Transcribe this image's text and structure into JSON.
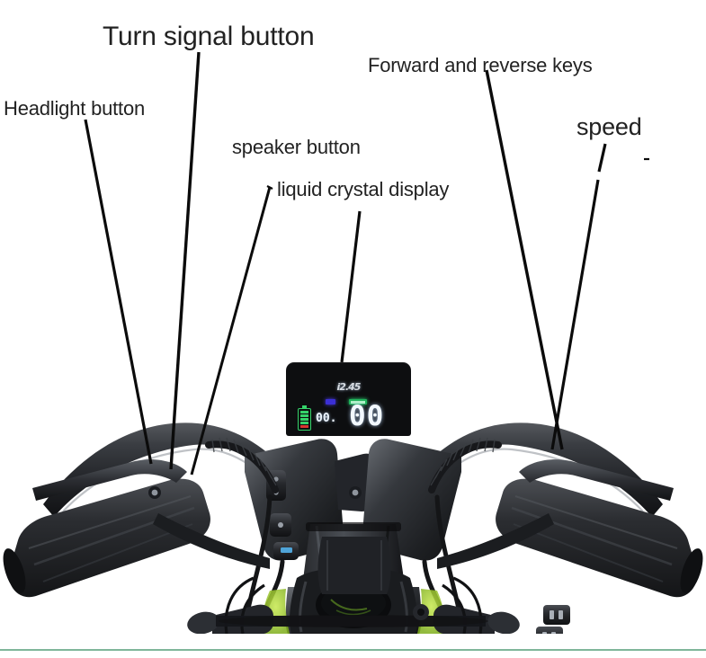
{
  "figure": {
    "kind": "annotated-product-photo",
    "subject": "electric scooter handlebar and control panel"
  },
  "annotations": [
    {
      "id": "turn-signal",
      "text": "Turn signal button"
    },
    {
      "id": "headlight",
      "text": "Headlight button"
    },
    {
      "id": "forward",
      "text": "Forward and reverse keys"
    },
    {
      "id": "speaker",
      "text": "speaker button"
    },
    {
      "id": "lcd",
      "text": "liquid crystal display"
    },
    {
      "id": "speed",
      "text": "speed"
    }
  ],
  "display": {
    "brand": "i2.45",
    "small_value": "00.",
    "big_value": "00",
    "battery_level_segments": 4,
    "battery_total_segments": 5,
    "led_indicators": [
      {
        "name": "turn-signal-indicator",
        "color": "#3b2fd6"
      },
      {
        "name": "ready-indicator",
        "color": "#21b35c"
      }
    ]
  },
  "colors": {
    "label_text": "#222222",
    "leader_line": "#0b0b0b",
    "background": "#ffffff",
    "bottom_rule": "#7fb69a",
    "lcd_bezel": "#0d0e10",
    "lcd_digits": "#f2f8ff",
    "battery_green": "#35d36a",
    "battery_red": "#d8352f",
    "scooter_accent_green": "#9ed629"
  }
}
